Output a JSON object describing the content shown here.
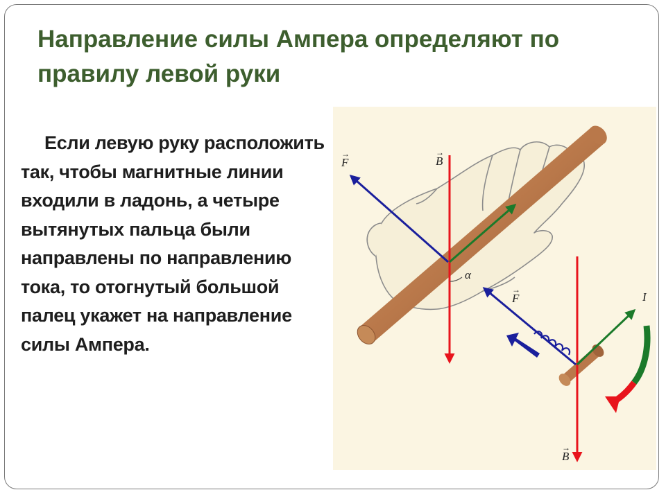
{
  "slide": {
    "title": "Направление силы Ампера определяют по правилу левой руки",
    "body": "Если левую руку расположить так, чтобы магнитные линии входили в ладонь, а четыре вытянутых пальца были направлены по направлению тока, то отогнутый большой палец укажет на направление силы Ампера."
  },
  "figure": {
    "labels": {
      "force_main": "F",
      "field_main": "B",
      "angle": "α",
      "force_small": "F",
      "current": "I",
      "field_small": "B"
    },
    "colors": {
      "background": "#fbf5e2",
      "field_arrow": "#e8141c",
      "force_arrow": "#1a1f9c",
      "current_arrow": "#1b7a2a",
      "conductor": "#b9784a",
      "hand_outline": "#888888",
      "hand_fill": "#f6efd8"
    }
  }
}
